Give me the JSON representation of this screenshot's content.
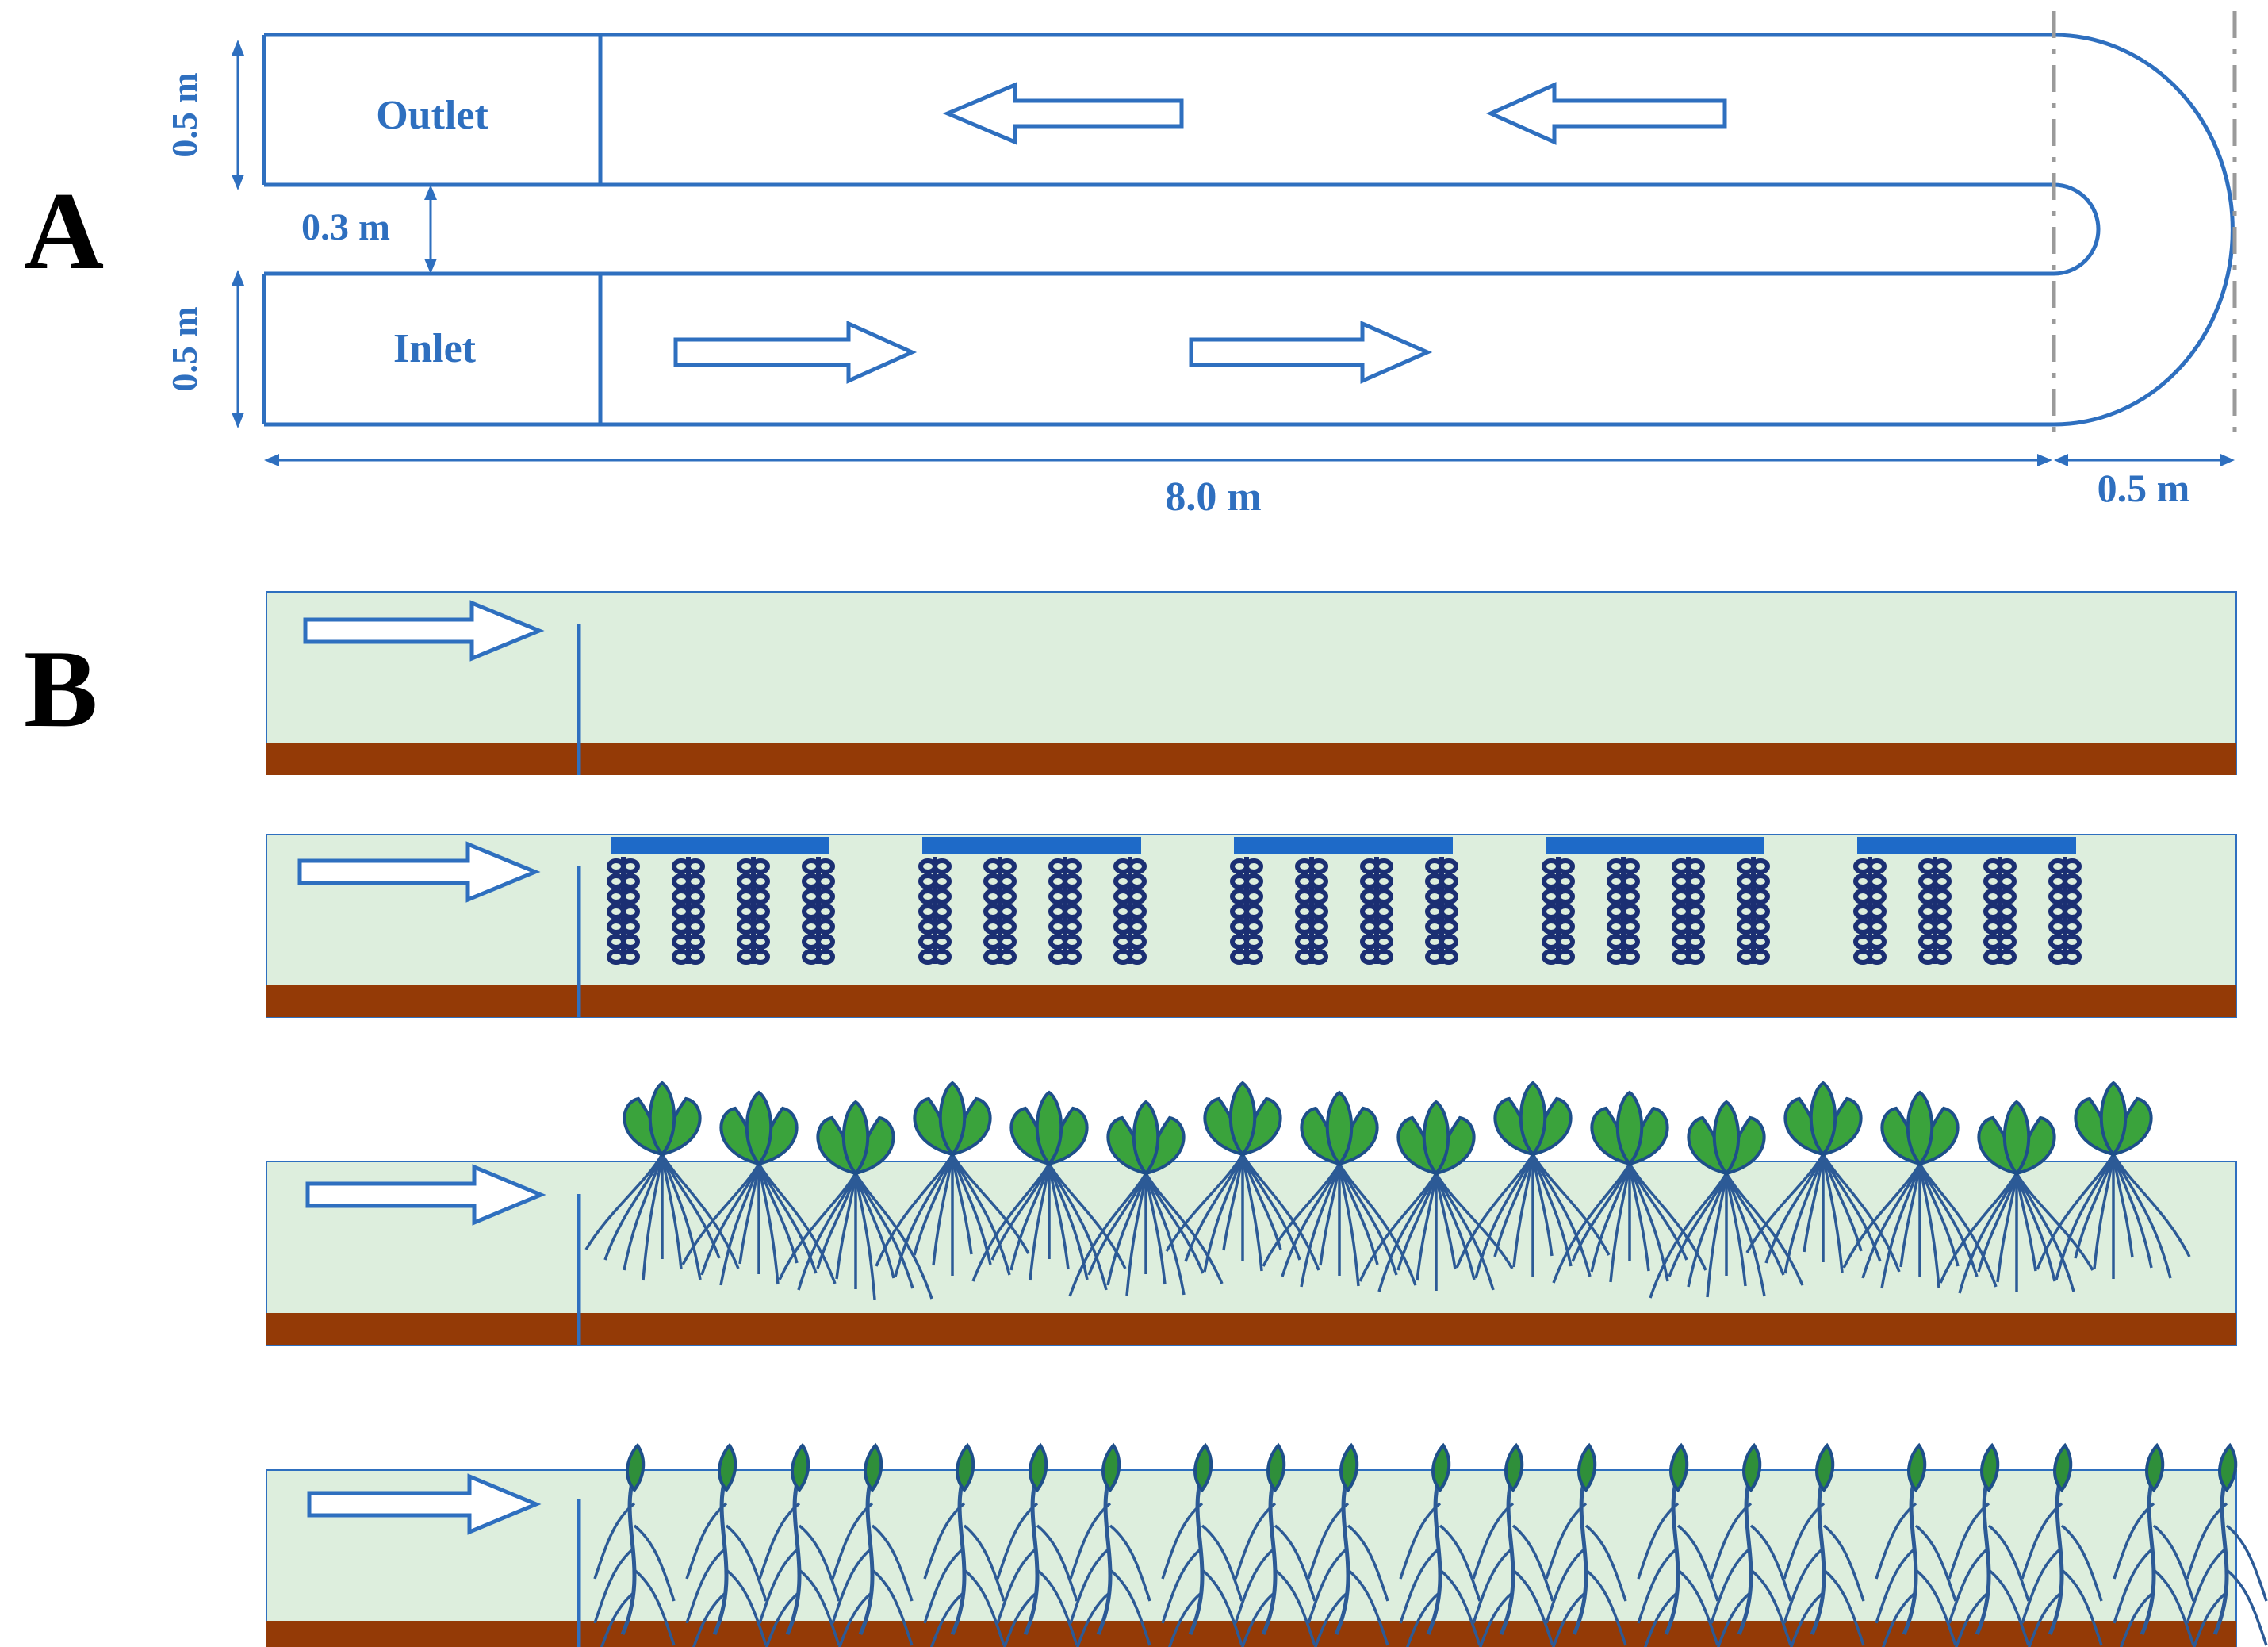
{
  "panel_a": {
    "letter": "A",
    "outlet_label": "Outlet",
    "inlet_label": "Inlet",
    "dim_outlet_width": "0.5 m",
    "dim_gap": "0.3 m",
    "dim_inlet_width": "0.5 m",
    "dim_length": "8.0 m",
    "dim_bend": "0.5 m"
  },
  "panel_b": {
    "letter": "B",
    "rows": [
      {
        "treatment": "control",
        "units": 0
      },
      {
        "treatment": "carrier",
        "units": 5
      },
      {
        "treatment": "floating-plants",
        "units": 16
      },
      {
        "treatment": "submerged-plants",
        "units": 21
      }
    ]
  },
  "colors": {
    "line_blue": "#2e6fbf",
    "water": "#ddeedd",
    "sediment": "#943a06",
    "carrier_bar": "#1e6ac8",
    "carrier_beads": "#1b2f73",
    "leaf_green": "#3aa33c"
  }
}
